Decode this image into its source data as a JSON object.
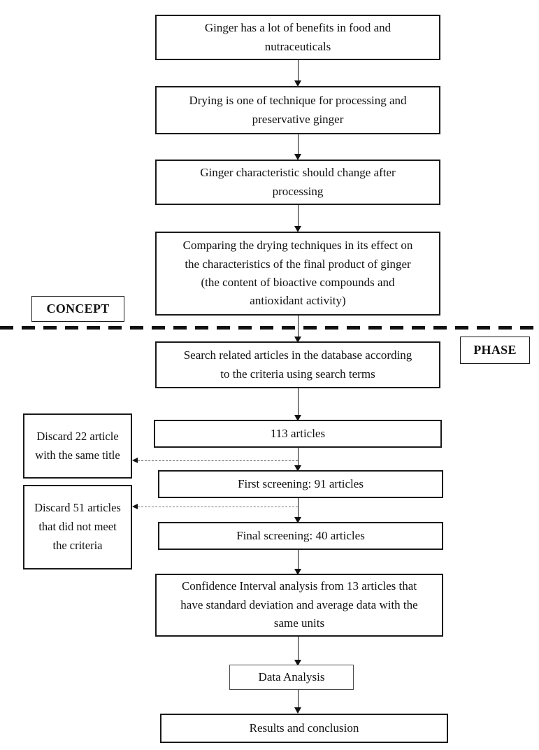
{
  "diagram": {
    "title_hint": "Research concept and phase flowchart",
    "main_boxes": [
      {
        "label": "Ginger has a lot of benefits in food and nutraceuticals"
      },
      {
        "label": "Drying is one of technique for processing and preservative ginger"
      },
      {
        "label": "Ginger characteristic should change after processing"
      },
      {
        "label": "Comparing the drying techniques in its effect on the characteristics of the final product of ginger (the content of bioactive compounds and antioxidant activity)"
      },
      {
        "label": "Search related articles in the database according to the criteria using search terms"
      },
      {
        "label": "113 articles"
      },
      {
        "label": "First screening: 91 articles"
      },
      {
        "label": "Final screening: 40 articles"
      },
      {
        "label": "Confidence Interval analysis from 13 articles that have standard deviation and average data with the same units"
      },
      {
        "label": "Data Analysis"
      },
      {
        "label": "Results and conclusion"
      }
    ],
    "side_boxes": [
      {
        "label": "Discard 22 article with the same title"
      },
      {
        "label": "Discard 51 articles that did not meet the criteria"
      }
    ],
    "section_labels": {
      "concept": "CONCEPT",
      "phase": "PHASE"
    },
    "colors": {
      "box_border": "#1a1a1a",
      "text": "#111111",
      "background": "#ffffff",
      "dashed_connector": "#777777"
    }
  }
}
